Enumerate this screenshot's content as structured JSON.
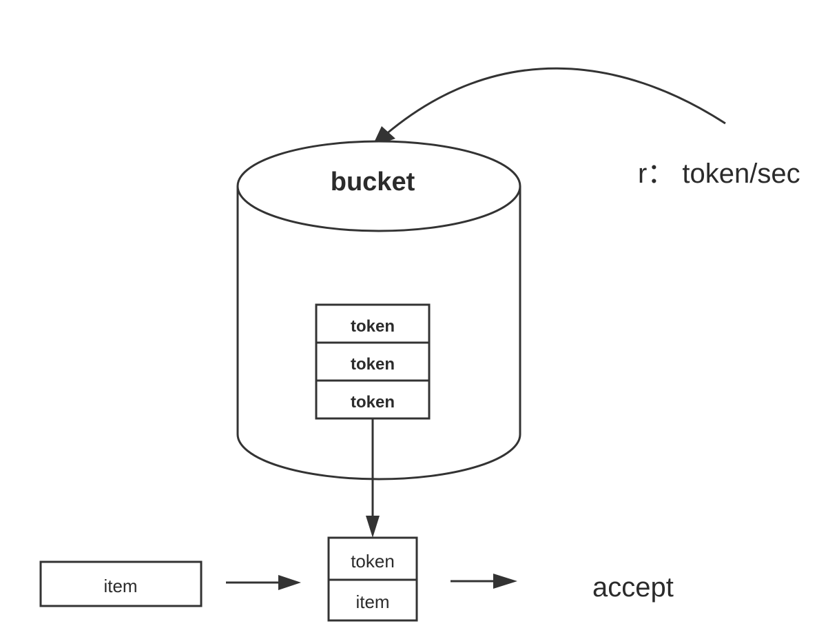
{
  "diagram": {
    "rate_label": "r： token/sec",
    "bucket": {
      "label": "bucket",
      "tokens": [
        "token",
        "token",
        "token"
      ]
    },
    "input_item": "item",
    "pair": {
      "token": "token",
      "item": "item"
    },
    "output_label": "accept",
    "colors": {
      "stroke": "#333333",
      "text": "#2b2b2b",
      "background": "#ffffff"
    }
  }
}
